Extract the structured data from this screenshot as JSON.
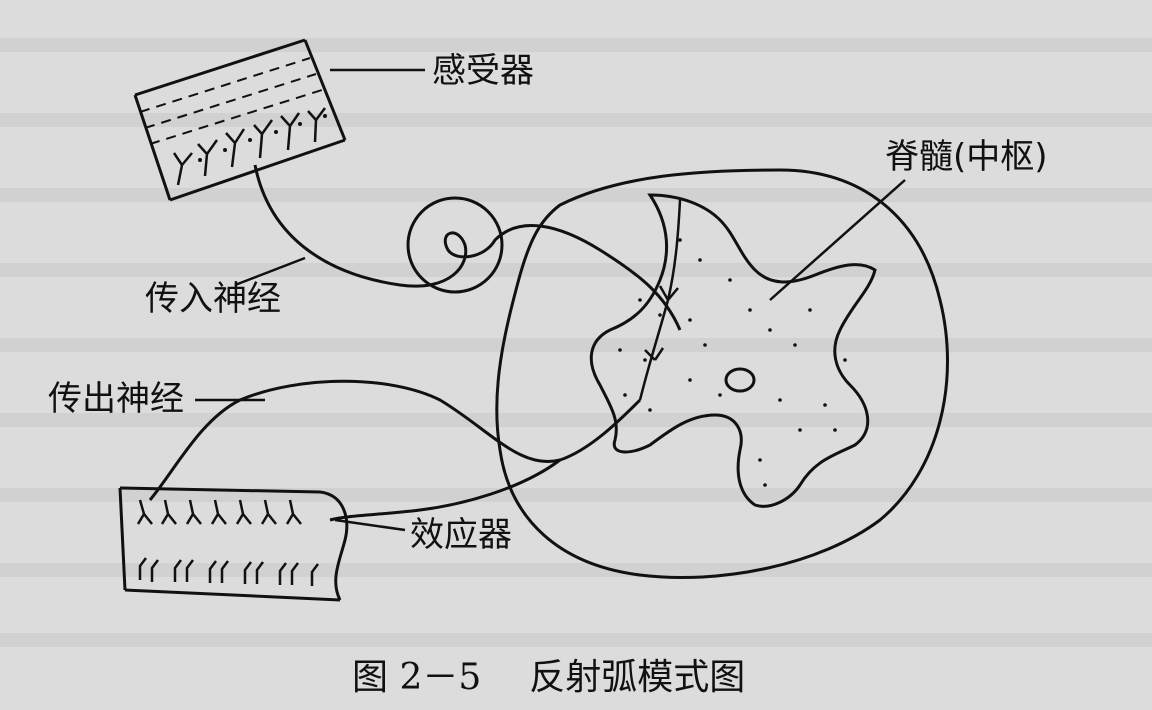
{
  "diagram": {
    "labels": {
      "receptor": "感受器",
      "spinal_cord": "脊髓(中枢)",
      "afferent_nerve": "传入神经",
      "efferent_nerve": "传出神经",
      "effector": "效应器"
    },
    "caption": {
      "figure_number": "图 2－5",
      "title": "反射弧模式图"
    }
  }
}
